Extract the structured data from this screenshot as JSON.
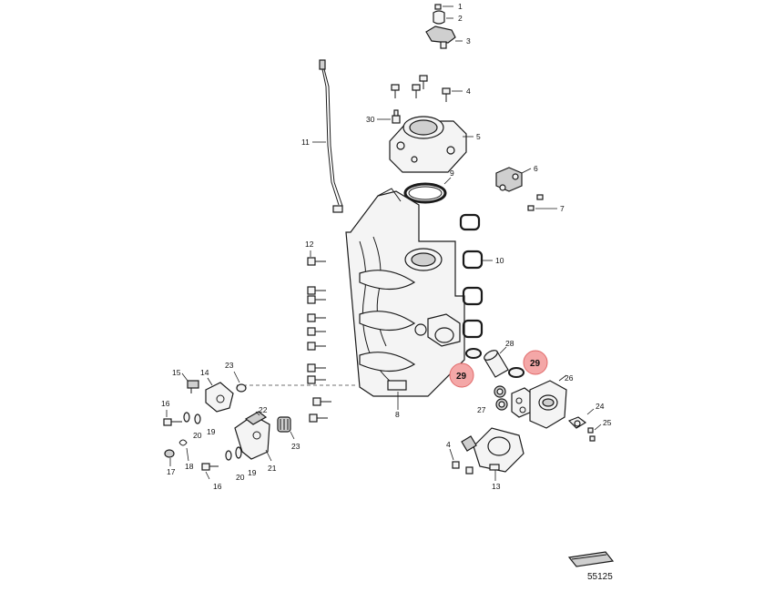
{
  "figure_number": "55125",
  "callouts": {
    "c1": "1",
    "c2": "2",
    "c3": "3",
    "c4a": "4",
    "c5": "5",
    "c6": "6",
    "c7": "7",
    "c8": "8",
    "c9": "9",
    "c10": "10",
    "c11": "11",
    "c12": "12",
    "c13": "13",
    "c4b": "4",
    "c14": "14",
    "c15": "15",
    "c16a": "16",
    "c17": "17",
    "c18": "18",
    "c19a": "19",
    "c20a": "20",
    "c21": "21",
    "c22": "22",
    "c23a": "23",
    "c23b": "23",
    "c16b": "16",
    "c20b": "20",
    "c19b": "19",
    "c24": "24",
    "c25": "25",
    "c26": "26",
    "c27": "27",
    "c28": "28",
    "c30": "30"
  },
  "highlighted_callouts": {
    "h1": "29",
    "h2": "29"
  },
  "highlight_color": "#f4a7a7"
}
